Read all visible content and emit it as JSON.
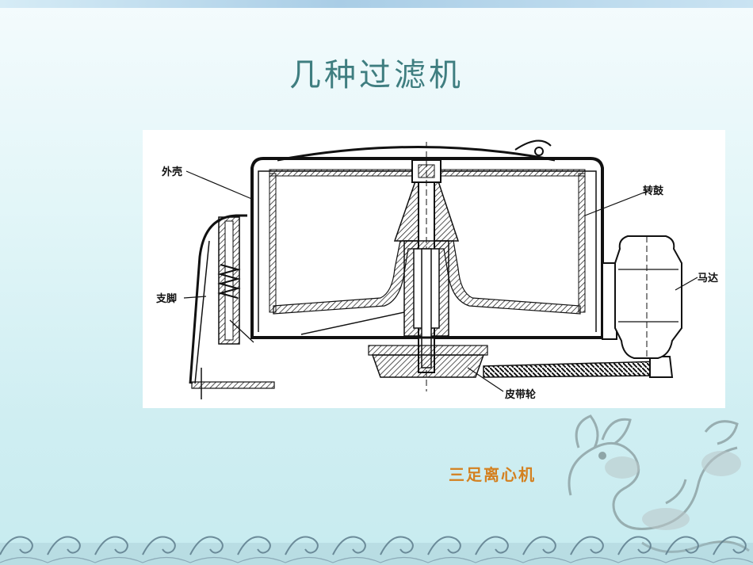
{
  "slide": {
    "title": "几种过滤机"
  },
  "diagram": {
    "labels": {
      "shell": "外壳",
      "drum": "转鼓",
      "leg": "支脚",
      "motor": "马达",
      "pulley": "皮带轮"
    }
  },
  "caption": "三足离心机",
  "colors": {
    "title": "#3f7e80",
    "caption": "#d4801f",
    "background": "#cfeef2"
  },
  "decorations": [
    "dragon-icon",
    "waves-icon"
  ]
}
